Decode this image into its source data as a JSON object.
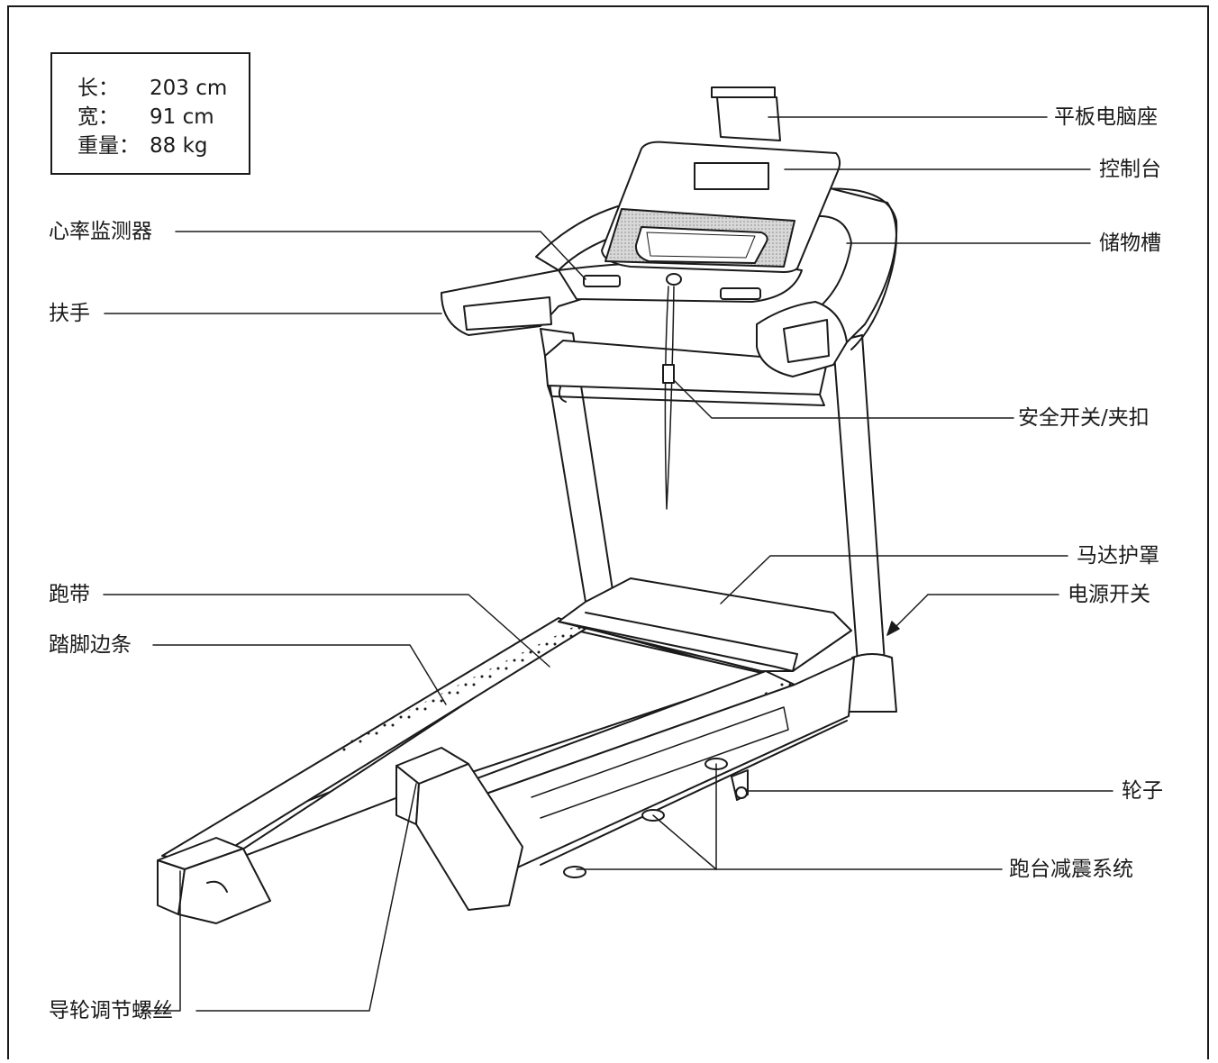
{
  "specs": {
    "length": {
      "label": "长：",
      "value": "203 cm"
    },
    "width": {
      "label": "宽：",
      "value": "91 cm"
    },
    "weight": {
      "label": "重量：",
      "value": "88 kg"
    }
  },
  "callouts": {
    "tablet_holder": "平板电脑座",
    "console": "控制台",
    "storage_tray": "储物槽",
    "heart_rate_monitor": "心率监测器",
    "handrail": "扶手",
    "safety_key_clip": "安全开关/夹扣",
    "motor_hood": "马达护罩",
    "power_switch": "电源开关",
    "walking_belt": "跑带",
    "foot_rail": "踏脚边条",
    "wheel": "轮子",
    "deck_cushioning": "跑台减震系统",
    "idler_adjustment_bolt": "导轮调节螺丝"
  },
  "colors": {
    "line": "#1a1a1a",
    "fill": "#ffffff",
    "mesh": "#cfcfcf"
  }
}
